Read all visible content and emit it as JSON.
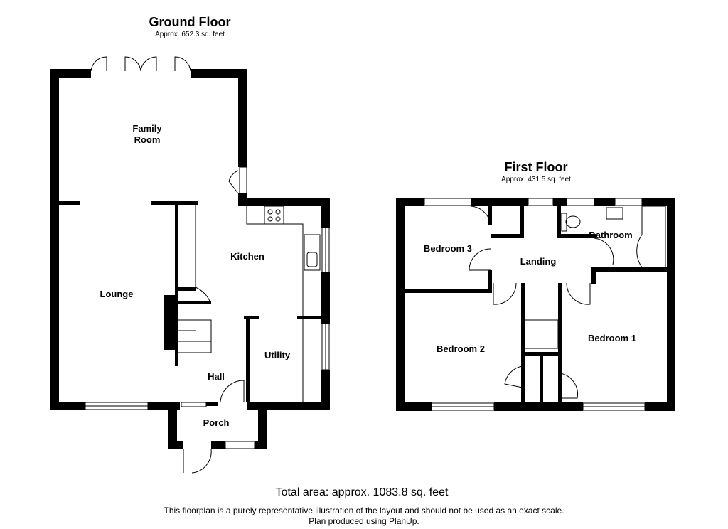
{
  "ground_floor": {
    "title": "Ground Floor",
    "area": "Approx. 652.3 sq. feet",
    "rooms": {
      "family_room": "Family\nRoom",
      "lounge": "Lounge",
      "kitchen": "Kitchen",
      "utility": "Utility",
      "hall": "Hall",
      "porch": "Porch"
    }
  },
  "first_floor": {
    "title": "First Floor",
    "area": "Approx. 431.5 sq. feet",
    "rooms": {
      "bedroom_3": "Bedroom 3",
      "landing": "Landing",
      "bathroom": "Bathroom",
      "bedroom_2": "Bedroom 2",
      "bedroom_1": "Bedroom 1"
    }
  },
  "footer": {
    "total_area": "Total area: approx. 1083.8 sq. feet",
    "disclaimer": "This floorplan is a purely representative illustration of the layout and should not be used as an exact scale.",
    "credit": "Plan produced using PlanUp."
  }
}
